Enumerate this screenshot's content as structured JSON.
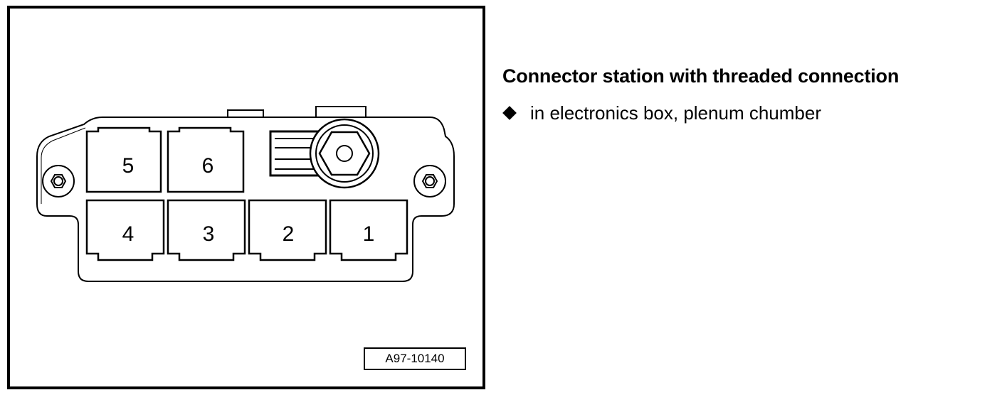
{
  "figure": {
    "id_label": "A97-10140",
    "connector_station": {
      "slots_top_row": [
        {
          "label": "5"
        },
        {
          "label": "6"
        }
      ],
      "slots_bottom_row": [
        {
          "label": "4"
        },
        {
          "label": "3"
        },
        {
          "label": "2"
        },
        {
          "label": "1"
        }
      ]
    }
  },
  "caption": {
    "title": "Connector station with threaded connection",
    "items": [
      {
        "text": "in electronics box, plenum chumber",
        "bullet_icon": "diamond-bullet-icon"
      }
    ]
  }
}
